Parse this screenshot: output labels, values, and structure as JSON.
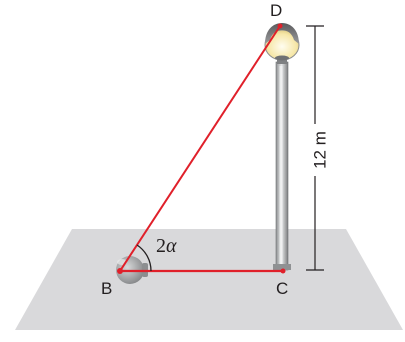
{
  "points": {
    "B": "B",
    "C": "C",
    "D": "D"
  },
  "angle": {
    "coefficient": "2",
    "symbol": "α"
  },
  "height_dimension": "12 m",
  "colors": {
    "ground": "#d9d9db",
    "lines": "#e0202a",
    "pole": "#b8babc",
    "lamp_glow": "#f6e7a8",
    "text": "#231f20"
  },
  "icons": {
    "lamp": "street-lamp-icon",
    "observer": "observer-head-icon"
  }
}
